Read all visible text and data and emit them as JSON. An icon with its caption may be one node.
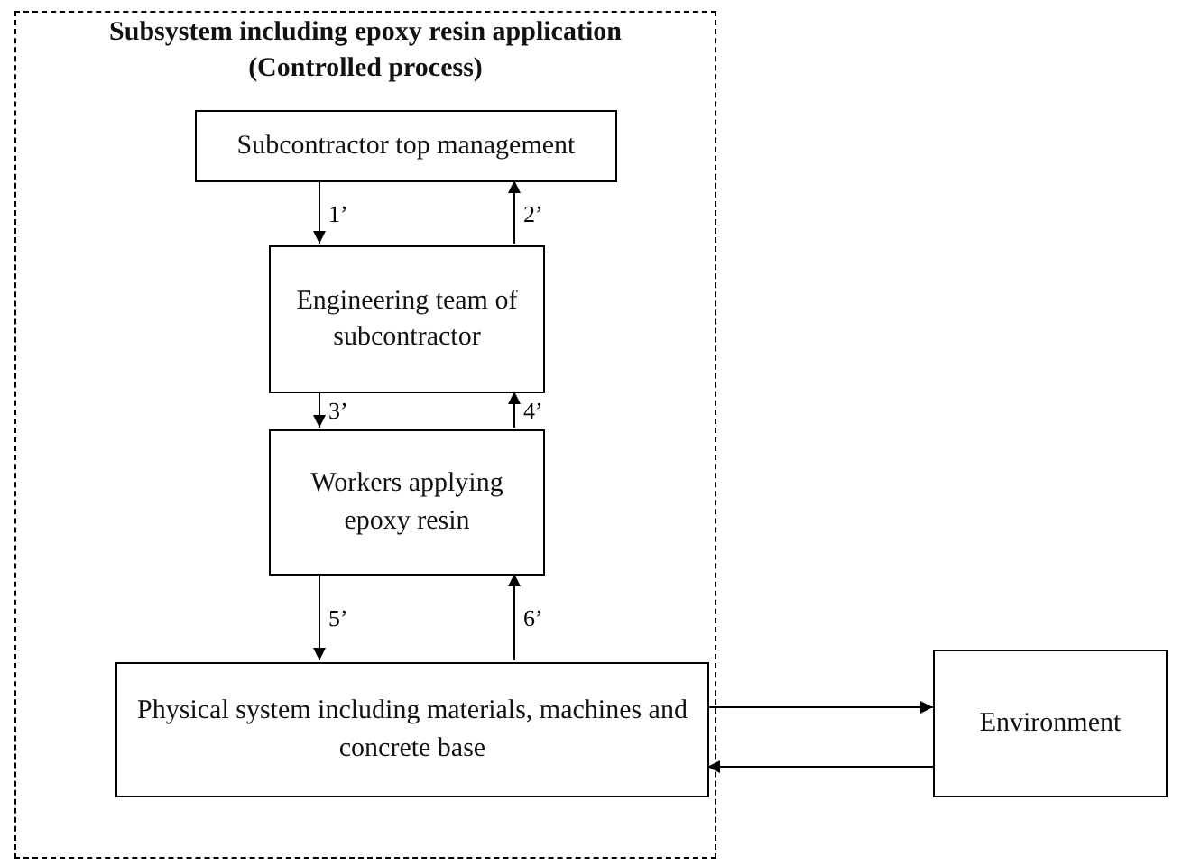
{
  "diagram": {
    "nodes": [
      {
        "text": [
          "Subsystem including epoxy resin application (Controlled process)"
        ]
      },
      {
        "text": [
          "Subcontractor top management"
        ],
        "in": 0
      },
      {
        "text": [
          "Engineering team of subcontractor"
        ],
        "in": 0
      },
      {
        "text": [
          "Workers applying epoxy resin"
        ],
        "in": 0
      },
      {
        "text": [
          "Physical system including materials, machines and concrete base"
        ],
        "in": 0
      },
      {
        "text": [
          "Environment"
        ]
      }
    ],
    "edges": [
      {
        "from": 1,
        "to": 2,
        "arrow": "to",
        "label": "1’"
      },
      {
        "from": 2,
        "to": 1,
        "arrow": "to",
        "label": "2’"
      },
      {
        "from": 2,
        "to": 3,
        "arrow": "to",
        "label": "3’"
      },
      {
        "from": 3,
        "to": 2,
        "arrow": "to",
        "label": "4’"
      },
      {
        "from": 3,
        "to": 4,
        "arrow": "to",
        "label": "5’"
      },
      {
        "from": 4,
        "to": 3,
        "arrow": "to",
        "label": "6’"
      },
      {
        "from": 4,
        "to": 5,
        "arrow": "to"
      },
      {
        "from": 5,
        "to": 4,
        "arrow": "to"
      }
    ]
  }
}
